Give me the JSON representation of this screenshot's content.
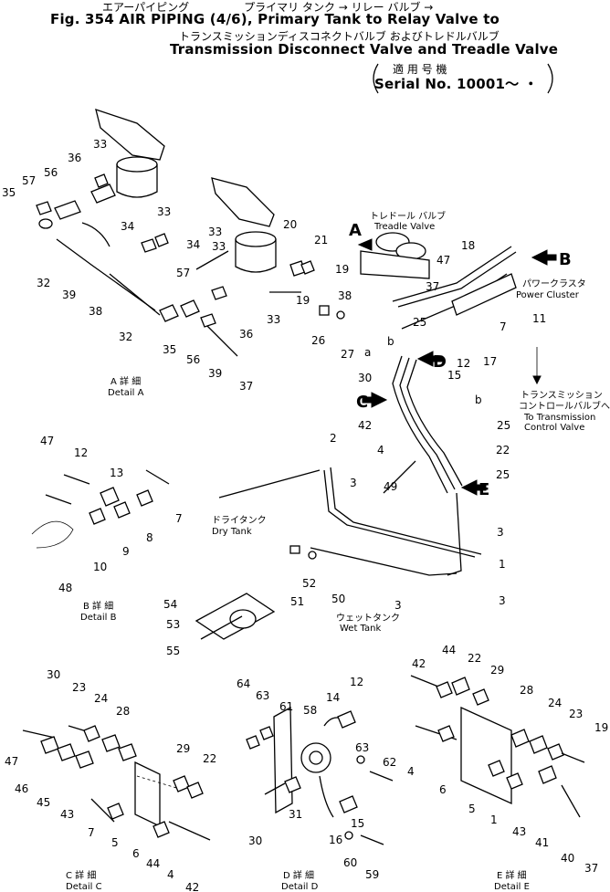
{
  "header": {
    "jp_line1": "エアーパイピング　　　　　プライマリ タンク → リレー バルブ →",
    "en_line1": "Fig. 354 AIR PIPING (4/6), Primary Tank to Relay Valve to",
    "jp_line2": "トランスミッションディスコネクトバルブ およびトレドルバルブ",
    "en_line2": "Transmission Disconnect Valve and Treadle Valve",
    "jp_serial": "適 用 号 機",
    "en_serial": "Serial No. 10001～ ・"
  },
  "labels": {
    "treadle_jp": "トレドール バルブ",
    "treadle_en": "Treadle Valve",
    "power_jp": "パワークラスタ",
    "power_en": "Power Cluster",
    "trans_jp1": "トランスミッション",
    "trans_jp2": "コントロールバルブへ",
    "trans_en1": "To Transmission",
    "trans_en2": "Control Valve",
    "dry_jp": "ドライタンク",
    "dry_en": "Dry Tank",
    "wet_jp": "ウェットタンク",
    "wet_en": "Wet Tank",
    "detail_a_jp": "A 詳 細",
    "detail_a": "Detail A",
    "detail_b_jp": "B 詳 細",
    "detail_b": "Detail B",
    "detail_c_jp": "C 詳 細",
    "detail_c": "Detail C",
    "detail_d_jp": "D 詳 細",
    "detail_d": "Detail D",
    "detail_e_jp": "E 詳 細",
    "detail_e": "Detail E",
    "arrow_a": "A",
    "arrow_b": "B",
    "arrow_c": "C",
    "arrow_d": "D",
    "arrow_e": "E",
    "pipe_a": "a",
    "pipe_b": "b",
    "pipe_b2": "b"
  },
  "callouts": {
    "a33a": "33",
    "a36": "36",
    "a56": "56",
    "a57": "57",
    "a35": "35",
    "a33b": "33",
    "a34": "34",
    "a33c": "33",
    "a20": "20",
    "a21": "21",
    "a34b": "34",
    "a33d": "33",
    "a19": "19",
    "a57b": "57",
    "a32": "32",
    "a39": "39",
    "a38": "38",
    "a32b": "32",
    "a35b": "35",
    "a56b": "56",
    "a39b": "39",
    "a36b": "36",
    "a33e": "33",
    "a37": "37",
    "m47": "47",
    "m18": "18",
    "m19": "19",
    "m37": "37",
    "m38": "38",
    "m25": "25",
    "m26": "26",
    "m27": "27",
    "m7": "7",
    "m11": "11",
    "m12": "12",
    "m17": "17",
    "m30": "30",
    "m15": "15",
    "m42": "42",
    "m4": "4",
    "m25b": "25",
    "m22": "22",
    "m25c": "25",
    "m2": "2",
    "m3": "3",
    "m49": "49",
    "m3b": "3",
    "m1": "1",
    "m3c": "3",
    "m3d": "3",
    "m52": "52",
    "m50": "50",
    "m51": "51",
    "m54": "54",
    "m53": "53",
    "m55": "55",
    "b47": "47",
    "b12": "12",
    "b13": "13",
    "b7": "7",
    "b8": "8",
    "b9": "9",
    "b10": "10",
    "b48": "48",
    "c30": "30",
    "c23": "23",
    "c24": "24",
    "c28": "28",
    "c47": "47",
    "c46": "46",
    "c45": "45",
    "c43": "43",
    "c29": "29",
    "c22": "22",
    "c7": "7",
    "c5": "5",
    "c6": "6",
    "c44": "44",
    "c4": "4",
    "c42": "42",
    "d64": "64",
    "d63": "63",
    "d61": "61",
    "d58": "58",
    "d14": "14",
    "d12": "12",
    "d63b": "63",
    "d62": "62",
    "d30": "30",
    "d31": "31",
    "d16": "16",
    "d15": "15",
    "d60": "60",
    "d59": "59",
    "e42": "42",
    "e44": "44",
    "e22": "22",
    "e29": "29",
    "e28": "28",
    "e24": "24",
    "e23": "23",
    "e19": "19",
    "e4": "4",
    "e6": "6",
    "e5": "5",
    "e1": "1",
    "e43": "43",
    "e41": "41",
    "e40": "40",
    "e37": "37"
  }
}
